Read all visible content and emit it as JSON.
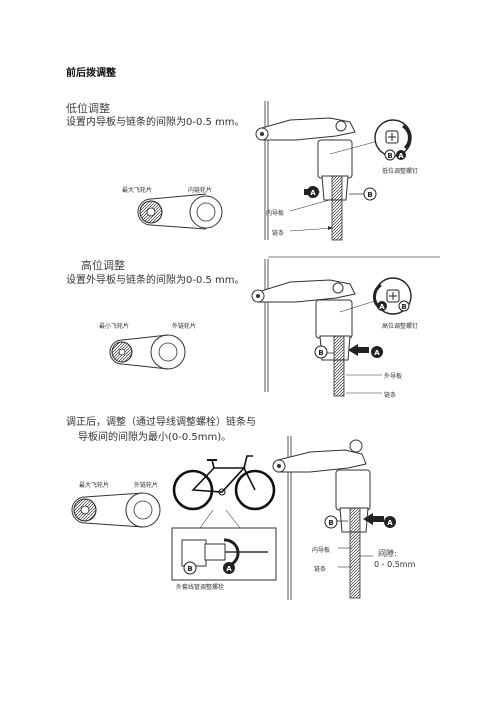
{
  "document": {
    "title": "前后拨调整"
  },
  "sections": [
    {
      "title": "低位调整",
      "desc": "设置内导板与链条的间隙为0-0.5 mm。",
      "big_chainring_label": "最大飞轮片",
      "small_chainring_label": "内链轮片",
      "screw_label": "低位调整螺钉",
      "plate_label": "内导板",
      "chain_label": "链条"
    },
    {
      "title": "高位调整",
      "desc": "设置外导板与链条的间隙为0-0.5 mm。",
      "big_chainring_label": "最小飞轮片",
      "small_chainring_label": "外链轮片",
      "screw_label": "高位调整螺钉",
      "plate_label": "外导板",
      "chain_label": "链条"
    },
    {
      "desc_line1": "调正后，调整（通过导线调整螺栓）链条与",
      "desc_line2": "导板间的间隙为最小(0-0.5mm)。",
      "big_chainring_label": "最大飞轮片",
      "small_chainring_label": "外链轮片",
      "cable_bolt_label": "外套线管调整螺栓",
      "plate_label": "内导板",
      "chain_label": "链条",
      "gap_title": "间隙:",
      "gap_value": "0 - 0.5mm"
    }
  ],
  "markers": {
    "a": "A",
    "b": "B"
  },
  "colors": {
    "ink": "#222222",
    "line": "#555555",
    "fill": "#2b2b2b"
  }
}
